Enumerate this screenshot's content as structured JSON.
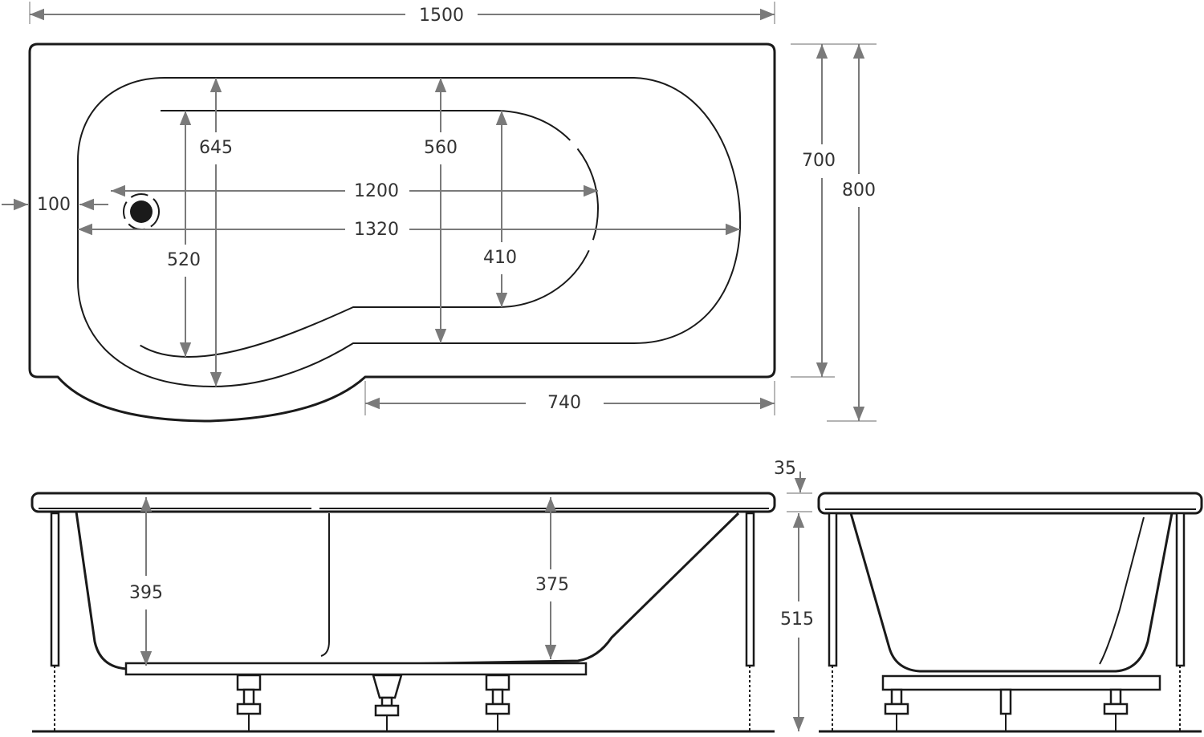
{
  "diagram": {
    "title": "P-shaped shower bath technical drawing",
    "top_view": {
      "overall_length": "1500",
      "overall_width": "800",
      "narrow_width": "700",
      "straight_section_length": "740",
      "rim_inner_width": "645",
      "mid_width": "560",
      "basin_floor_width": "520",
      "basin_end_width": "410",
      "basin_floor_length": "1200",
      "inner_length": "1320",
      "waste_offset": "100"
    },
    "side_view": {
      "depth_left": "395",
      "depth_right": "375",
      "rim_thickness": "35",
      "overall_height": "515"
    }
  }
}
